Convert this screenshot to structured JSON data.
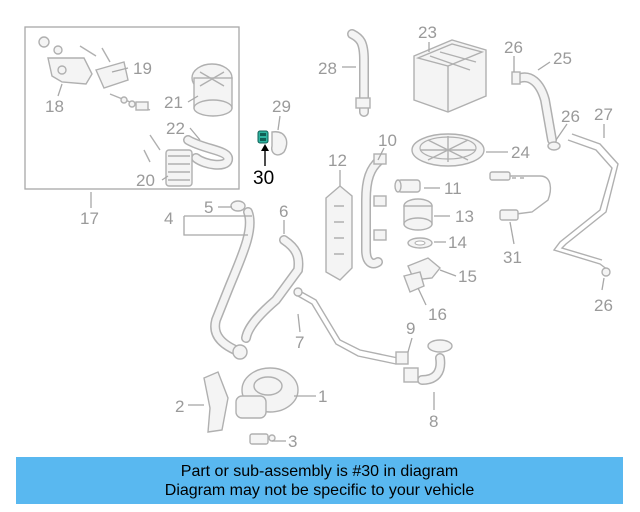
{
  "labels": {
    "l1": "1",
    "l2": "2",
    "l3": "3",
    "l4": "4",
    "l5": "5",
    "l6": "6",
    "l7": "7",
    "l8": "8",
    "l9": "9",
    "l10": "10",
    "l11": "11",
    "l12": "12",
    "l13": "13",
    "l14": "14",
    "l15": "15",
    "l16": "16",
    "l17": "17",
    "l18": "18",
    "l19": "19",
    "l20": "20",
    "l21": "21",
    "l22": "22",
    "l23": "23",
    "l24": "24",
    "l25": "25",
    "l26a": "26",
    "l26b": "26",
    "l26c": "26",
    "l27": "27",
    "l28": "28",
    "l29": "29",
    "l30": "30",
    "l31": "31"
  },
  "highlight": {
    "part_number": "30",
    "color": "#2db3a0"
  },
  "banner": {
    "line1": "Part or sub-assembly is #30 in diagram",
    "line2": "Diagram may not be specific to your vehicle",
    "color": "#59b8f0"
  }
}
